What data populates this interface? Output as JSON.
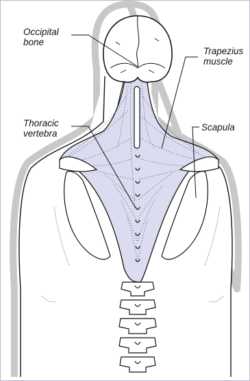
{
  "labels": {
    "occipital": "Occipital\nbone",
    "trapezius": "Trapezius\nmuscle",
    "thoracic": "Thoracic\nvertebra",
    "scapula": "Scapula"
  },
  "colors": {
    "frame_border": "#b7b9cf",
    "body_halo": "#c8c8c8",
    "muscle_fill": "#dcdcf0",
    "line": "#111111"
  },
  "icons": [
    "skull-icon",
    "spine-icon",
    "scapula-icon"
  ]
}
